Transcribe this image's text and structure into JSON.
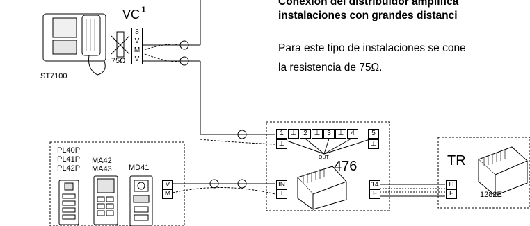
{
  "intro": {
    "heading_line1": "Conexión del distribuidor amplifica",
    "heading_line2": "instalaciones con grandes distanci",
    "para_line1": "Para este tipo de instalaciones se cone",
    "para_line2": "la resistencia de 75Ω."
  },
  "monitor": {
    "model": "ST7100",
    "connector_label": "VC",
    "footnote": "1",
    "resistor": "75Ω",
    "terminals": [
      "8",
      "V",
      "M",
      "V"
    ]
  },
  "amplifier": {
    "model": "476",
    "terminals_top": [
      "1",
      "⊥",
      "2",
      "⊥",
      "3",
      "⊥",
      "4",
      "5"
    ],
    "terminal_below_1": "⊥",
    "terminal_below_5": "⊥",
    "out_label": "OUT",
    "in_terminals": [
      "IN",
      "⊥"
    ],
    "power_terminals": [
      "14",
      "F"
    ]
  },
  "panels": {
    "panel_models": [
      "PL40P",
      "PL41P",
      "PL42P"
    ],
    "module_models": [
      "MA42",
      "MA43"
    ],
    "camera_model": "MD41",
    "terminals": [
      "V",
      "M"
    ]
  },
  "transformer": {
    "label": "TR",
    "model": "1282E",
    "terminals": [
      "H",
      "F"
    ]
  }
}
